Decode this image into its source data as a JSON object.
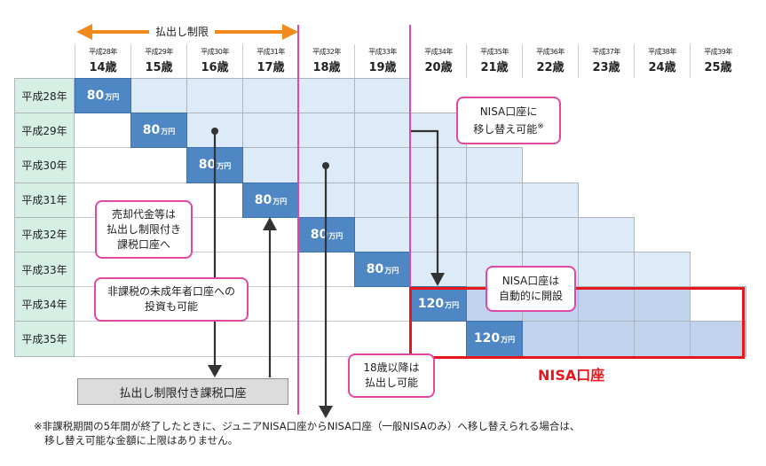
{
  "colors": {
    "amount_blue": "#4f86c4",
    "light_cell": "#ddebf9",
    "nisa_cell": "#bfd4ec",
    "row_header_green": "#d5efe4",
    "pink": "#e048a6",
    "red": "#e8161d",
    "orange": "#f08a1c"
  },
  "header_arrow_label": "払出し制限",
  "columns": [
    {
      "era": "平成28年",
      "age": "14歳"
    },
    {
      "era": "平成29年",
      "age": "15歳"
    },
    {
      "era": "平成30年",
      "age": "16歳"
    },
    {
      "era": "平成31年",
      "age": "17歳"
    },
    {
      "era": "平成32年",
      "age": "18歳"
    },
    {
      "era": "平成33年",
      "age": "19歳"
    },
    {
      "era": "平成34年",
      "age": "20歳"
    },
    {
      "era": "平成35年",
      "age": "21歳"
    },
    {
      "era": "平成36年",
      "age": "22歳"
    },
    {
      "era": "平成37年",
      "age": "23歳"
    },
    {
      "era": "平成38年",
      "age": "24歳"
    },
    {
      "era": "平成39年",
      "age": "25歳"
    }
  ],
  "rows": [
    "平成28年",
    "平成29年",
    "平成30年",
    "平成31年",
    "平成32年",
    "平成33年",
    "平成34年",
    "平成35年"
  ],
  "amounts": [
    {
      "num": "80",
      "unit": "万円"
    },
    {
      "num": "80",
      "unit": "万円"
    },
    {
      "num": "80",
      "unit": "万円"
    },
    {
      "num": "80",
      "unit": "万円"
    },
    {
      "num": "80",
      "unit": "万円"
    },
    {
      "num": "80",
      "unit": "万円"
    },
    {
      "num": "120",
      "unit": "万円"
    },
    {
      "num": "120",
      "unit": "万円"
    }
  ],
  "notes": {
    "transfer": {
      "line1": "NISA口座に",
      "line2": "移し替え可能",
      "mark": "※"
    },
    "sale": {
      "line1": "売却代金等は",
      "line2": "払出し制限付き",
      "line3": "課税口座へ"
    },
    "invest": {
      "line1": "非課税の未成年者口座への",
      "line2": "投資も可能"
    },
    "auto_open": {
      "line1": "NISA口座は",
      "line2": "自動的に開設"
    },
    "after18": {
      "line1": "18歳以降は",
      "line2": "払出し可能"
    }
  },
  "taxable_account_label": "払出し制限付き課税口座",
  "nisa_account_label": "NISA口座",
  "footnote": {
    "line1": "※非課税期間の5年間が終了したときに、ジュニアNISA口座からNISA口座（一般NISAのみ）へ移し替えられる場合は、",
    "line2": "移し替え可能な金額に上限はありません。"
  }
}
